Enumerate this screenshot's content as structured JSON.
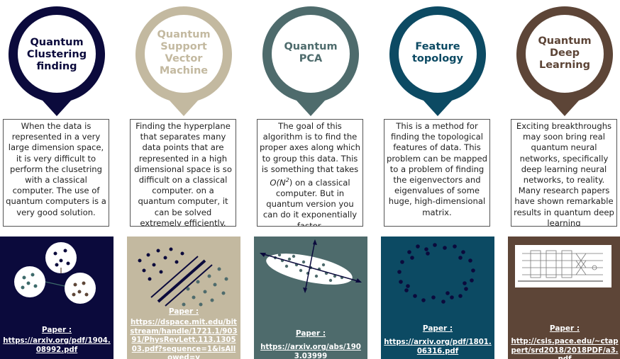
{
  "columns": [
    {
      "title": "Quantum Clustering finding",
      "color": "#0b0a3c",
      "title_color": "#0b0a3c",
      "description": "When the data is represented in a very large dimension space, it is very difficult to perform the clusetring with a classical computer. The use of quantum computers is a very good solution.",
      "paper_label": "Paper :",
      "paper_link": "https://arxiv.org/pdf/1904.08992.pdf"
    },
    {
      "title": "Quantum Support Vector Machine",
      "color": "#c3b9a0",
      "title_color": "#c3b9a0",
      "description": "Finding the hyperplane that separates many data points that are represented in a high dimensional space is so difficult on a classical computer. on a quantum computer, it can be solved extremely efficiently.",
      "paper_label": "Paper :",
      "paper_link": "https://dspace.mit.edu/bitstream/handle/1721.1/90391/PhysRevLett.113.130503.pdf?sequence=1&isAllowed=y"
    },
    {
      "title": "Quantum PCA",
      "color": "#4e6b6c",
      "title_color": "#4e6b6c",
      "description_parts": [
        "The goal of this algorithm is to find the proper axes along which to group this data. This is something that takes ",
        "O(N",
        "2",
        ") on a classical computer. But in quantum version you can do it exponentially faster."
      ],
      "paper_label": "Paper :",
      "paper_link": "https://arxiv.org/abs/1903.03999"
    },
    {
      "title": "Feature topology",
      "color": "#0c4a63",
      "title_color": "#0c4a63",
      "description": "This is a method for finding the topological features of data. This problem can be mapped to a problem of finding the eigenvectors and eigenvalues of some huge, high-dimensional matrix.",
      "paper_label": "Paper :",
      "paper_link": "https://arxiv.org/pdf/1801.06316.pdf"
    },
    {
      "title": "Quantum Deep Learning",
      "color": "#5d4537",
      "title_color": "#5d4537",
      "description": "Exciting breakthroughs may soon bring real quantum neural networks, specifically deep learning neural networks, to reality. Many research papers have shown remarkable results in quantum deep learning",
      "paper_label": "Paper :",
      "paper_link": "http://csis.pace.edu/~ctappert/srd2018/2018PDF/a3.pdf"
    }
  ]
}
